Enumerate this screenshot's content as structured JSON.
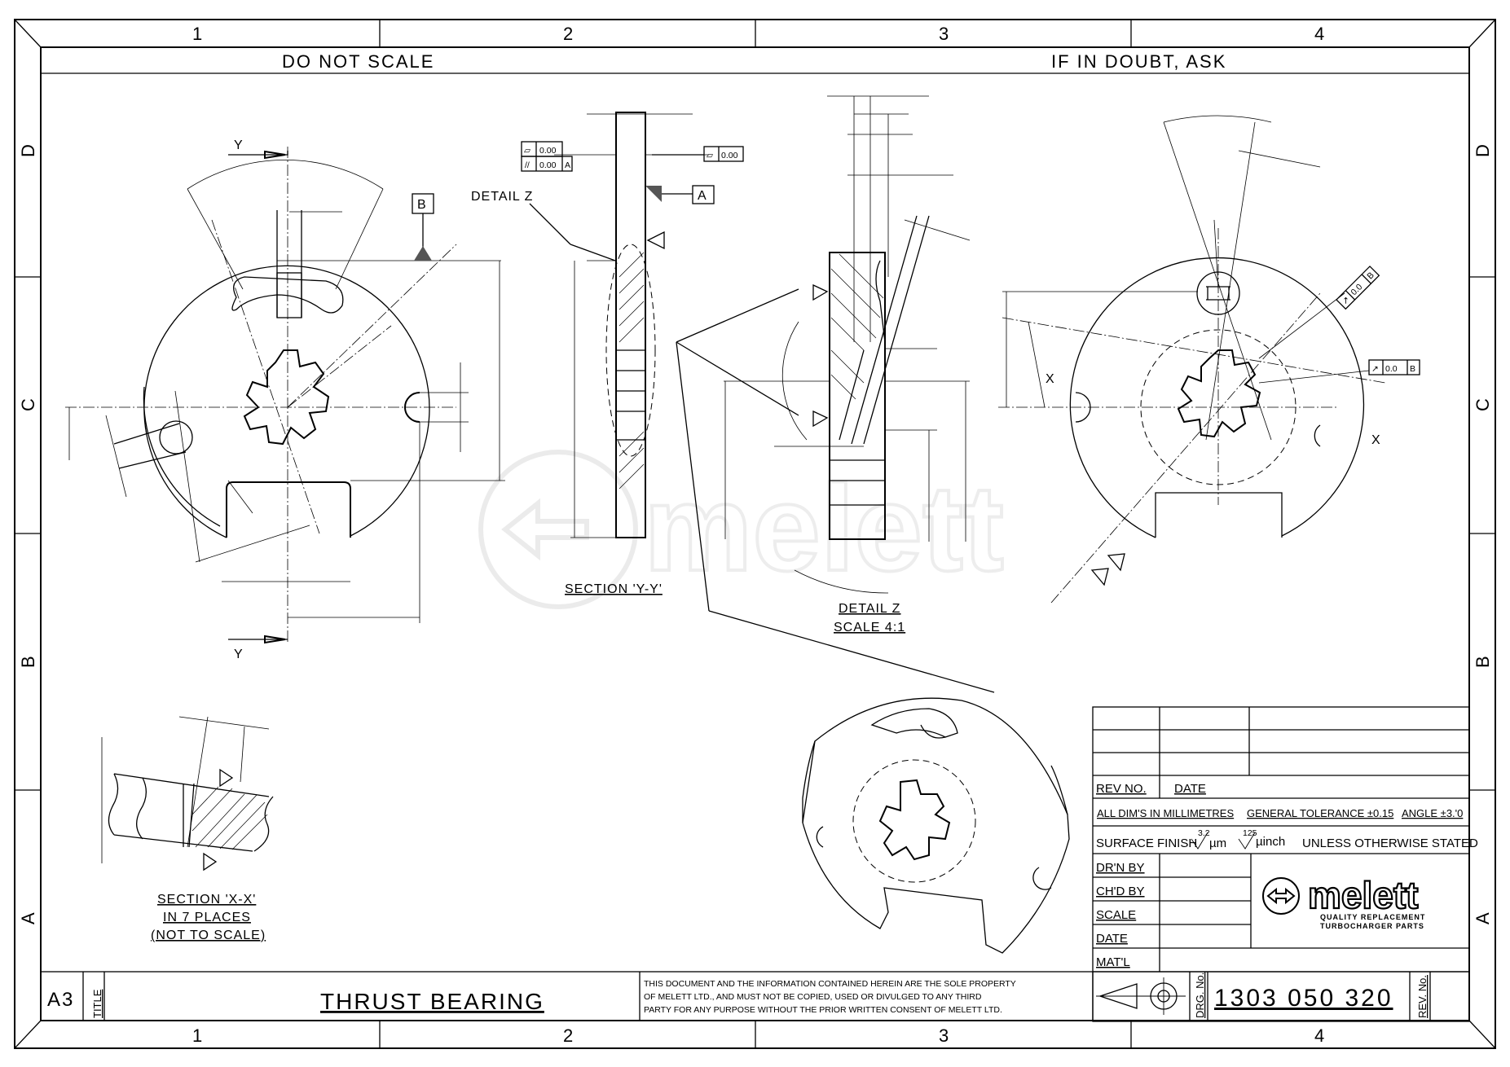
{
  "border": {
    "columns": [
      "1",
      "2",
      "3",
      "4"
    ],
    "rows": [
      "D",
      "C",
      "B",
      "A"
    ]
  },
  "header": {
    "left_note": "DO NOT SCALE",
    "right_note": "IF IN DOUBT, ASK"
  },
  "views": {
    "section_yy": "SECTION 'Y-Y'",
    "detail_callout": "DETAIL Z",
    "detail_z_title": "DETAIL Z",
    "detail_z_scale": "SCALE 4:1",
    "section_xx_line1": "SECTION 'X-X'",
    "section_xx_line2": "IN 7 PLACES",
    "section_xx_line3": "(NOT TO SCALE)",
    "section_letter_y": "Y",
    "section_letter_x": "X",
    "datum_a": "A",
    "datum_b": "B"
  },
  "tolerance_frames": {
    "flatness": "0.00",
    "parallelism": "0.00",
    "parallelism_datum": "A",
    "flatness_right": "0.00",
    "runout_1": "0.0",
    "runout_1_datum": "B",
    "runout_2": "0.0",
    "runout_2_datum": "B"
  },
  "title_block": {
    "rev_no_label": "REV NO.",
    "date_label": "DATE",
    "dims_note": "ALL DIM'S IN MILLIMETRES",
    "general_tolerance": "GENERAL TOLERANCE ±0.15",
    "angle_tolerance": "ANGLE ±3.'0",
    "surface_finish_label": "SURFACE FINISH",
    "surface_finish_um_value": "3.2",
    "surface_finish_um_unit": "µm",
    "surface_finish_in_value": "125",
    "surface_finish_in_unit": "µinch",
    "surface_finish_suffix": "UNLESS OTHERWISE STATED",
    "drawn_by_label": "DR'N BY",
    "checked_by_label": "CH'D BY",
    "scale_label": "SCALE",
    "date2_label": "DATE",
    "material_label": "MAT'L",
    "logo_name": "melett",
    "logo_tagline_1": "QUALITY REPLACEMENT",
    "logo_tagline_2": "TURBOCHARGER PARTS",
    "sheet_size": "A3",
    "title_label": "TITLE",
    "title": "THRUST BEARING",
    "copyright_1": "THIS DOCUMENT AND THE INFORMATION CONTAINED HEREIN ARE THE SOLE PROPERTY",
    "copyright_2": "OF MELETT LTD., AND MUST NOT BE COPIED, USED OR DIVULGED TO ANY THIRD",
    "copyright_3": "PARTY FOR ANY PURPOSE WITHOUT THE PRIOR WRITTEN CONSENT OF MELETT LTD.",
    "drg_no_label": "DRG. No.",
    "drawing_number": "1303 050 320",
    "rev_no_label_vertical": "REV. No."
  },
  "watermark": {
    "text": "melett"
  }
}
